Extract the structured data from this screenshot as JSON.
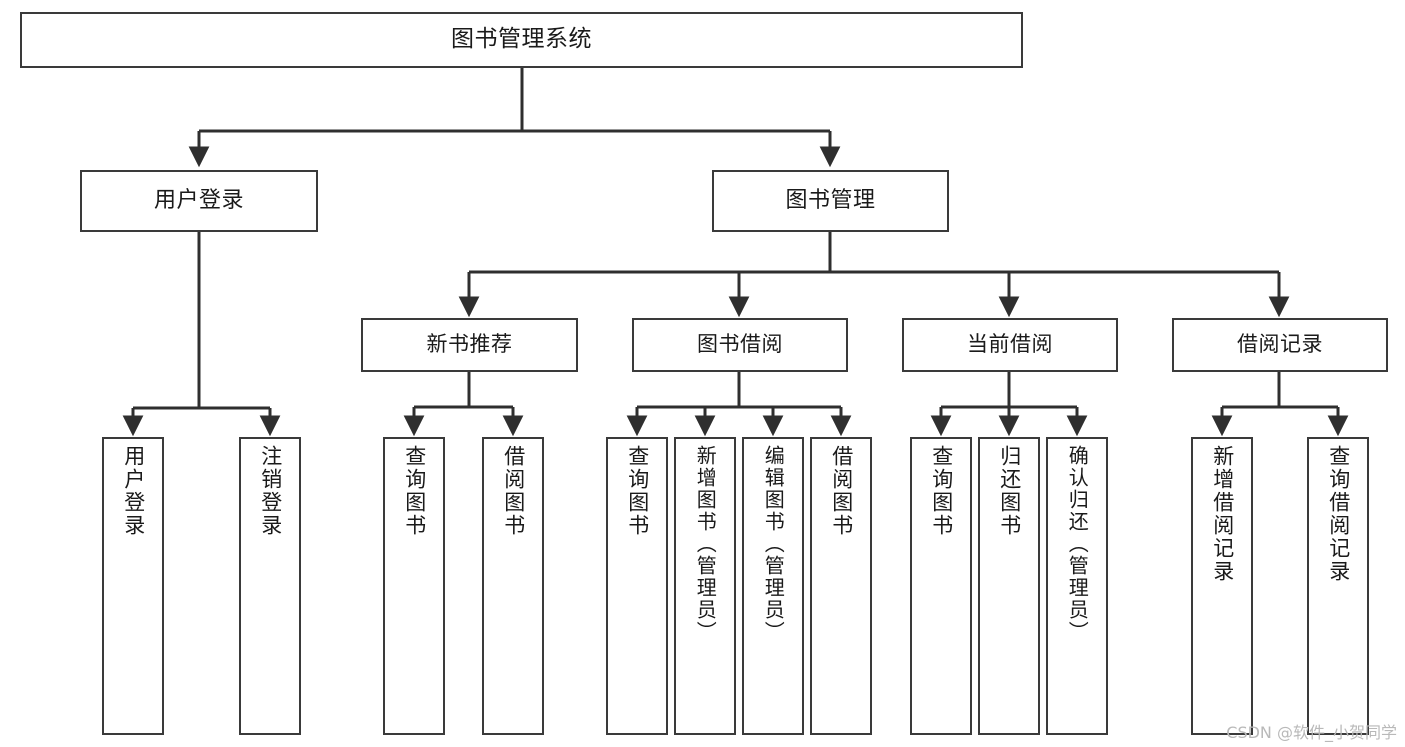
{
  "diagram": {
    "title": "图书管理系统",
    "type": "hierarchy-tree",
    "watermark": "CSDN @软件_小贺同学",
    "colors": {
      "box_border": "#3a3a3a",
      "box_fill": "#ffffff",
      "connector": "#2f2f2f",
      "text": "#1a1a1a",
      "watermark": "#b9b9b9",
      "background": "#ffffff"
    },
    "nodes": {
      "root": {
        "label": "图书管理系统"
      },
      "level2": [
        {
          "id": "user-login",
          "label": "用户登录"
        },
        {
          "id": "book-manage",
          "label": "图书管理"
        }
      ],
      "level3": [
        {
          "id": "new-book-recommend",
          "label": "新书推荐"
        },
        {
          "id": "book-borrow",
          "label": "图书借阅"
        },
        {
          "id": "current-borrow",
          "label": "当前借阅"
        },
        {
          "id": "borrow-record",
          "label": "借阅记录"
        }
      ],
      "leaves": {
        "user-login": [
          {
            "id": "leaf-user-login",
            "label": "用户登录"
          },
          {
            "id": "leaf-user-logout",
            "label": "注销登录"
          }
        ],
        "new-book-recommend": [
          {
            "id": "leaf-query-book-1",
            "label": "查询图书"
          },
          {
            "id": "leaf-borrow-book-1",
            "label": "借阅图书"
          }
        ],
        "book-borrow": [
          {
            "id": "leaf-query-book-2",
            "label": "查询图书"
          },
          {
            "id": "leaf-add-book",
            "label": "新增图书（管理员）"
          },
          {
            "id": "leaf-edit-book",
            "label": "编辑图书（管理员）"
          },
          {
            "id": "leaf-borrow-book-2",
            "label": "借阅图书"
          }
        ],
        "current-borrow": [
          {
            "id": "leaf-query-book-3",
            "label": "查询图书"
          },
          {
            "id": "leaf-return-book",
            "label": "归还图书"
          },
          {
            "id": "leaf-confirm-return",
            "label": "确认归还（管理员）"
          }
        ],
        "borrow-record": [
          {
            "id": "leaf-add-record",
            "label": "新增借阅记录"
          },
          {
            "id": "leaf-query-record",
            "label": "查询借阅记录"
          }
        ]
      }
    }
  }
}
